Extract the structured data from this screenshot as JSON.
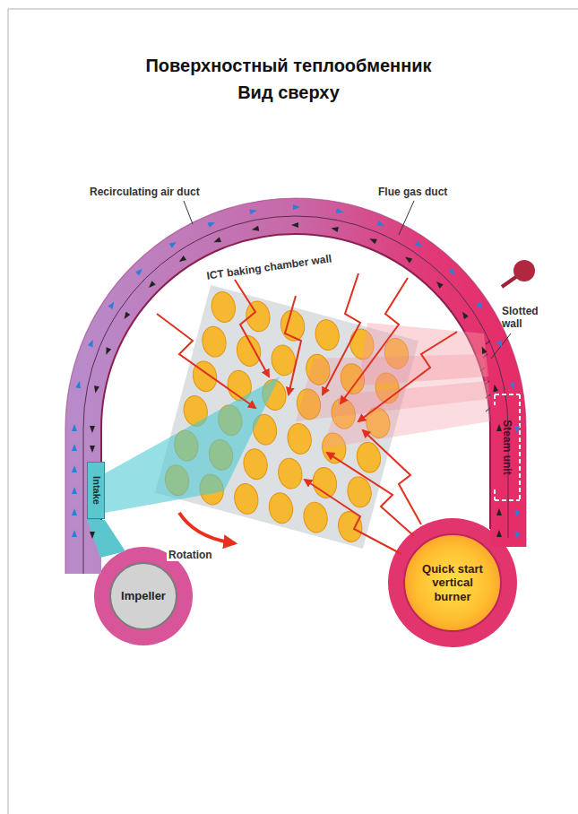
{
  "diagram": {
    "title": "Поверхностный теплообменник Вид сверху",
    "nodes": [
      {
        "text": [
          "Intake"
        ]
      },
      {
        "text": [
          "Impeller"
        ]
      },
      {
        "text": [
          "Steam unit"
        ]
      },
      {
        "text": [
          "Quick start vertical burner"
        ]
      }
    ],
    "labels": [
      "Recirculating air duct",
      "Flue gas duct",
      "ICT baking chamber wall",
      "Slotted wall",
      "Rotation"
    ]
  }
}
